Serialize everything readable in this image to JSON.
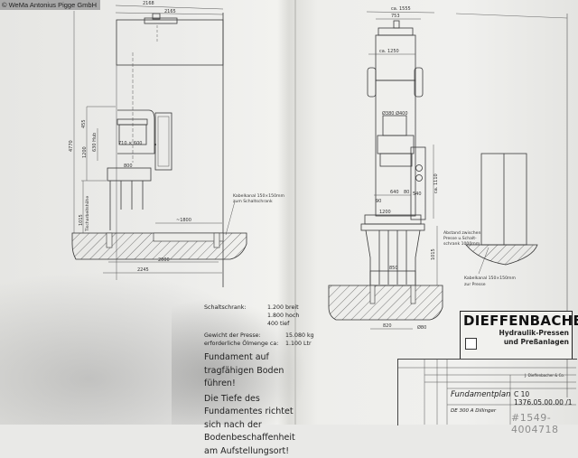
{
  "copyright": "© WeMa Antonius Pigge GmbH",
  "side_view": {
    "dim_top_overall": "2168",
    "dim_top_inner": "2165",
    "dim_height_overall": "4770",
    "dim_455": "455",
    "dim_1200": "1200",
    "dim_stroke": "630 Hub",
    "dim_table": "710 × 600",
    "dim_bolster": "800",
    "dim_1015": "1015",
    "label_working_height": "Tischarbeitshöhe",
    "dim_1800": "~1800",
    "dim_2000": "2000",
    "dim_2245": "2245",
    "cable_note_line1": "Kabelkanal 150×150mm",
    "cable_note_line2": "zum Schaltschrank"
  },
  "front_view": {
    "dim_1555": "ca. 1555",
    "dim_753": "753",
    "dim_1250": "ca. 1250",
    "dim_cylinder": "Ø380 Ø400",
    "dim_640": "640",
    "dim_80": "80",
    "dim_540": "540",
    "dim_90": "90",
    "dim_1200": "1200",
    "dim_1110": "ca. 1110",
    "dim_1015": "1015",
    "dim_850": "850",
    "dim_820": "820",
    "dim_d80": "Ø80",
    "spacing_note": [
      "Abstand zwischen",
      "Presse u.Schalt-",
      "schrank 1000mm"
    ]
  },
  "cabinet_view": {
    "cable_note_line1": "Kabelkanal 150×150mm",
    "cable_note_line2": "zur Presse"
  },
  "notes": {
    "cabinet_label": "Schaltschrank:",
    "cabinet_width": "1.200 breit",
    "cabinet_height": "1.800 hoch",
    "cabinet_depth": "400 tief",
    "weight_label": "Gewicht der Presse:",
    "weight_value": "15.080 kg",
    "oil_label": "erforderliche Ölmenge ca:",
    "oil_value": "1.100 Ltr",
    "instruction_1": "Fundament auf tragfähigen Boden führen!",
    "instruction_2": "Die Tiefe des Fundamentes richtet sich nach der Bodenbeschaffenheit am Aufstellungsort!"
  },
  "title_block": {
    "brand": "DIEFFENBACHER",
    "subtitle_1": "Hydraulik-Pressen",
    "subtitle_2": "und Preßanlagen",
    "company": "J. Dieffenbacher & Co.",
    "drawing_title": "Fundamentplan",
    "drawing_number": "C 10 1376.05.00.00 /1",
    "press_type": "DE 300 A Dillinger"
  },
  "watermark": "#1549-4004718"
}
